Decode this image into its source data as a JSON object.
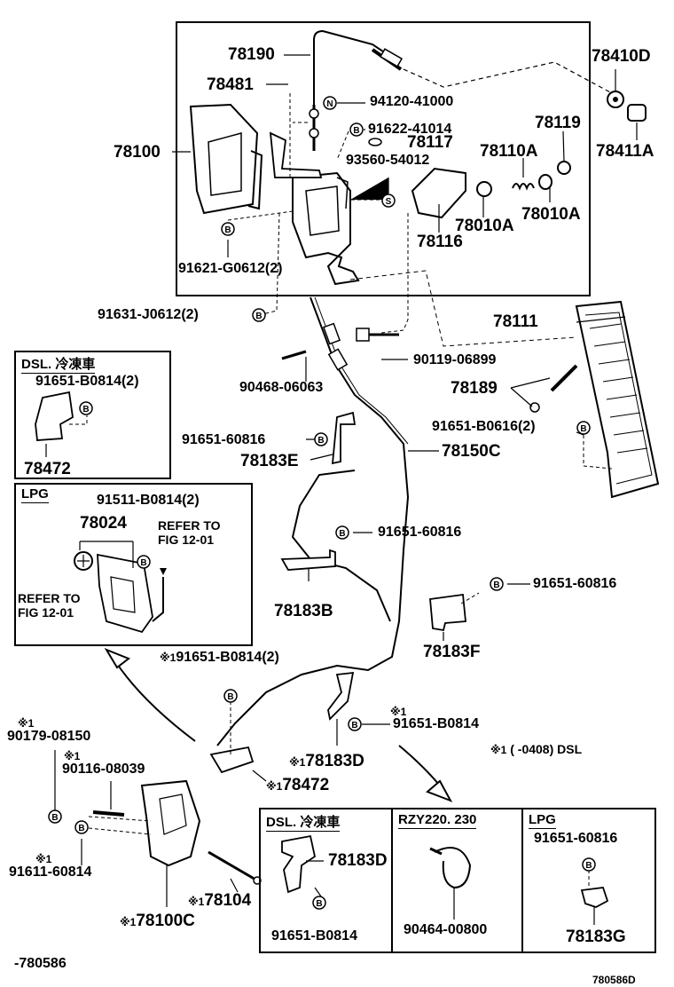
{
  "labels": {
    "p78190": "78190",
    "p78481": "78481",
    "p78100": "78100",
    "p94120": "94120-41000",
    "p91622": "91622-41014",
    "p78117": "78117",
    "p93560": "93560-54012",
    "p91621": "91621-G0612(2)",
    "p78116": "78116",
    "p78410D": "78410D",
    "p78411A": "78411A",
    "p78119": "78119",
    "p78110A": "78110A",
    "p78010A_1": "78010A",
    "p78010A_2": "78010A",
    "p91631": "91631-J0612(2)",
    "p78111": "78111",
    "p90119": "90119-06899",
    "p90468": "90468-06063",
    "p78189": "78189",
    "p91651_b0616": "91651-B0616(2)",
    "p91651_60816_a": "91651-60816",
    "p78183E": "78183E",
    "p78150C": "78150C",
    "p91651_60816_b": "91651-60816",
    "p78183B": "78183B",
    "p91651_60816_c": "91651-60816",
    "p78183F": "78183F",
    "p91651_b0814_2": "91651-B0814(2)",
    "p91651_b0814": "91651-B0814",
    "note": "( -0408) DSL",
    "p90179": "90179-08150",
    "p90116": "90116-08039",
    "p91611": "91611-60814",
    "p78183D": "78183D",
    "p78472_b": "78472",
    "p78104": "78104",
    "p78100C": "78100C",
    "footer_left": "-780586",
    "footer_right": "780586D"
  },
  "marks": {
    "star": "※1"
  },
  "inset_dsl": {
    "title": "DSL. 冷凍車",
    "part_bolt": "91651-B0814(2)",
    "part_bracket": "78472"
  },
  "inset_lpg": {
    "title": "LPG",
    "part_bolt": "91511-B0814(2)",
    "part_main": "78024",
    "refer1_line1": "REFER TO",
    "refer1_line2": "FIG 12-01",
    "refer2_line1": "REFER TO",
    "refer2_line2": "FIG 12-01"
  },
  "bottom_boxes": {
    "dsl_title": "DSL. 冷凍車",
    "dsl_part": "78183D",
    "dsl_bolt": "91651-B0814",
    "rzy_title": "RZY220. 230",
    "rzy_part": "90464-00800",
    "lpg_title": "LPG",
    "lpg_bolt": "91651-60816",
    "lpg_part": "78183G"
  },
  "symbols": {
    "bolt": "B",
    "nut": "N",
    "screw": "S"
  }
}
